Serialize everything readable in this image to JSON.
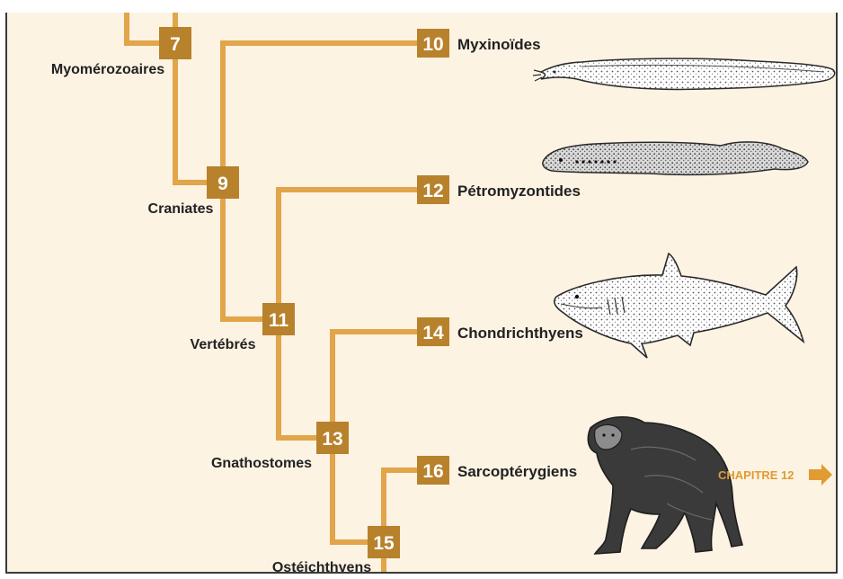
{
  "colors": {
    "branch": "#e2a54a",
    "box": "#b8812c",
    "box_text": "#ffffff",
    "label_text": "#222222",
    "background": "#fcf3e3",
    "chapter_accent": "#e29a32"
  },
  "nodes": [
    {
      "number": "7",
      "label": "Myomérozoaires"
    },
    {
      "number": "9",
      "label": "Craniates"
    },
    {
      "number": "11",
      "label": "Vertébrés"
    },
    {
      "number": "13",
      "label": "Gnathostomes"
    },
    {
      "number": "15",
      "label": "Ostéichthyens"
    }
  ],
  "terminals": [
    {
      "number": "10",
      "label": "Myxinoïdes",
      "animal": "hagfish-illustration"
    },
    {
      "number": "12",
      "label": "Pétromyzontides",
      "animal": "lamprey-illustration"
    },
    {
      "number": "14",
      "label": "Chondrichthyens",
      "animal": "shark-illustration"
    },
    {
      "number": "16",
      "label": "Sarcoptérygiens",
      "animal": "chimpanzee-illustration"
    }
  ],
  "chapter_link": {
    "label": "CHAPITRE 12",
    "icon": "arrow-right-icon"
  }
}
